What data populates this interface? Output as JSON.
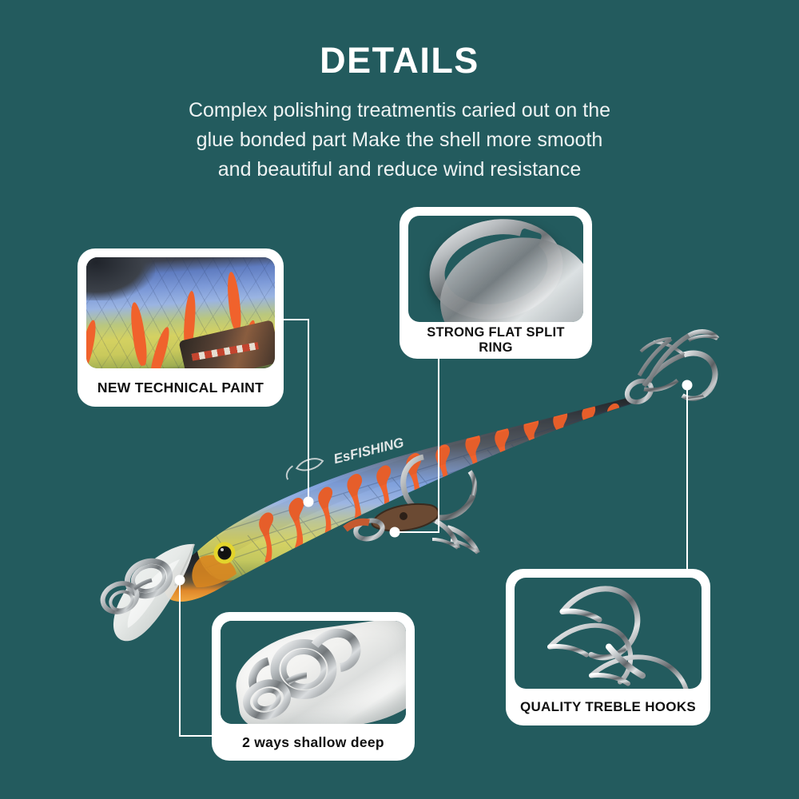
{
  "page": {
    "background_color": "#235b5e",
    "title": "DETAILS",
    "subtitle_lines": [
      "Complex polishing treatmentis caried out on the",
      "glue bonded part Make the shell more smooth",
      "and beautiful and reduce wind resistance"
    ]
  },
  "product": {
    "brand_text": "EsFISHING",
    "body_colors": {
      "back": "#3b3f44",
      "upper_flank": "#7f9fd8",
      "lower_flank": "#cfd06a",
      "flame_stripe": "#f0622c",
      "cheek": "#e08a2a",
      "eye_ring": "#e3d42c",
      "lip": "#f4f5f3",
      "hardware": "#b9bec1"
    }
  },
  "callouts": [
    {
      "id": "paint",
      "label": "NEW TECHNICAL PAINT",
      "photo": "lure-flank-paint-closeup"
    },
    {
      "id": "ring",
      "label": "STRONG FLAT SPLIT RING",
      "photo": "flat-split-ring-closeup"
    },
    {
      "id": "hooks",
      "label": "QUALITY TREBLE HOOKS",
      "photo": "treble-hook-closeup"
    },
    {
      "id": "ways",
      "label": "2 ways shallow deep",
      "photo": "lip-split-rings-closeup"
    }
  ]
}
